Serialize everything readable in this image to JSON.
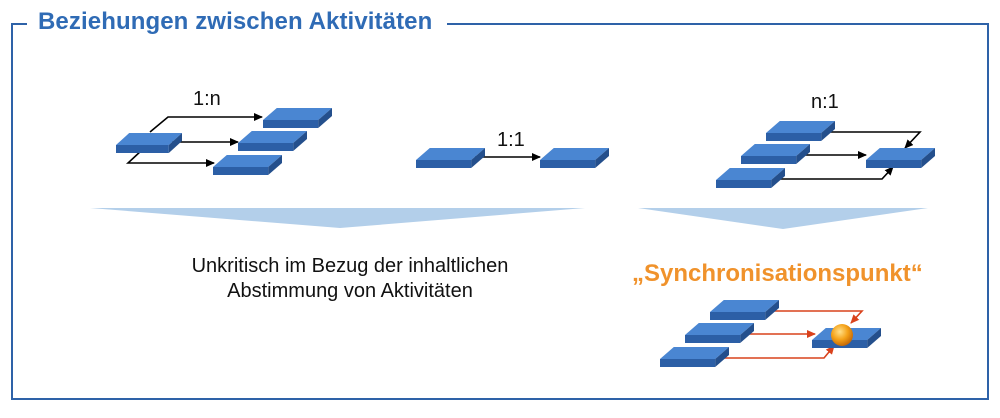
{
  "title": "Beziehungen zwischen Aktivitäten",
  "groups": [
    {
      "id": "one-to-many",
      "label": "1:n",
      "block_count_left": 1,
      "block_count_right": 3
    },
    {
      "id": "one-to-one",
      "label": "1:1",
      "block_count_left": 1,
      "block_count_right": 1
    },
    {
      "id": "many-to-one",
      "label": "n:1",
      "block_count_left": 3,
      "block_count_right": 1
    }
  ],
  "caption_left": {
    "line1": "Unkritisch im Bezug der inhaltlichen",
    "line2": "Abstimmung von Aktivitäten"
  },
  "caption_right": "„Synchronisationspunkt“",
  "colors": {
    "frame": "#2e62a8",
    "title": "#2f6bb5",
    "block_top": "#4a86d2",
    "block_side": "#2c5fa6",
    "funnel": "#b3cfea",
    "sync_text": "#f0922b",
    "sync_arrow": "#d9421c",
    "sync_point": "#f5a31a"
  }
}
